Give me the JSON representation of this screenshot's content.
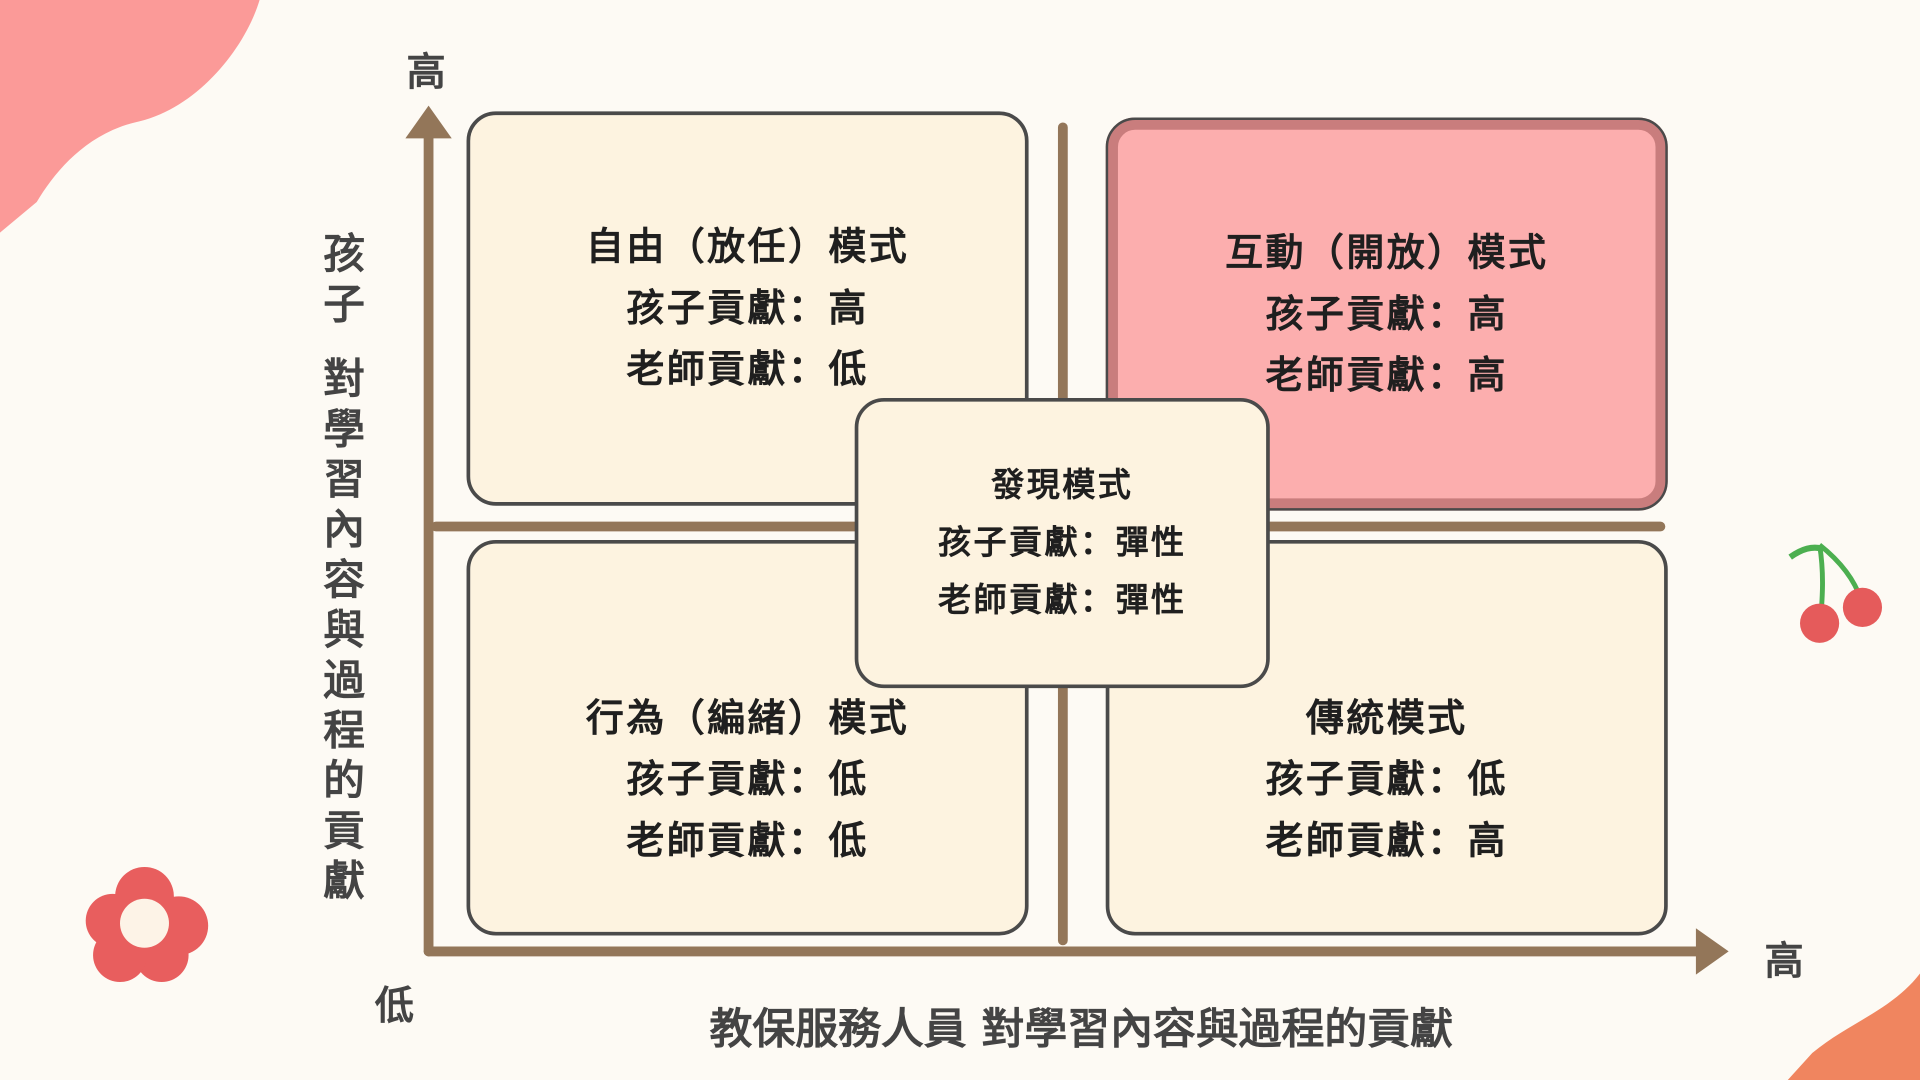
{
  "axes": {
    "y_high": "高",
    "low": "低",
    "x_high": "高",
    "x_title": "教保服務人員  對學習內容與過程的貢獻",
    "y_title_1": "孩子",
    "y_title_2": "對學習內容與過程的貢獻"
  },
  "quadrants": [
    {
      "id": "top-left",
      "lines": [
        "自由（放任）模式",
        "孩子貢獻：高",
        "老師貢獻：低"
      ]
    },
    {
      "id": "top-right",
      "lines": [
        "互動（開放）模式",
        "孩子貢獻：高",
        "老師貢獻：高"
      ]
    },
    {
      "id": "bottom-left",
      "lines": [
        "行為（編緒）模式",
        "孩子貢獻：低",
        "老師貢獻：低"
      ]
    },
    {
      "id": "bottom-right",
      "lines": [
        "傳統模式",
        "孩子貢獻：低",
        "老師貢獻：高"
      ]
    },
    {
      "id": "center",
      "lines": [
        "發現模式",
        "孩子貢獻：彈性",
        "老師貢獻：彈性"
      ]
    }
  ],
  "colors": {
    "axis": "#937659",
    "box": "#fdf3e0",
    "highlight": "#fcaeae",
    "highlight_border": "#c97d7d"
  }
}
